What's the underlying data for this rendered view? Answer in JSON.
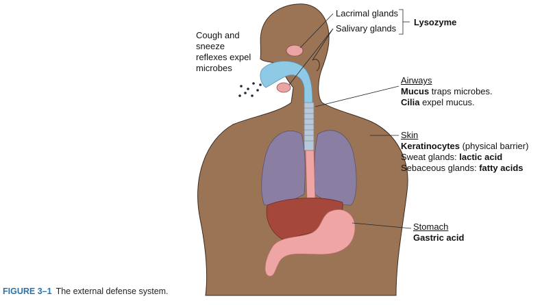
{
  "labels": {
    "lacrimal": "Lacrimal glands",
    "salivary": "Salivary glands",
    "lysozyme": "Lysozyme",
    "cough_lines": [
      "Cough and",
      "sneeze",
      "reflexes expel",
      "microbes"
    ],
    "airways": {
      "heading": "Airways",
      "line1_bold": "Mucus",
      "line1_rest": " traps microbes.",
      "line2_bold": "Cilia",
      "line2_rest": " expel mucus."
    },
    "skin": {
      "heading": "Skin",
      "line1_bold": "Keratinocytes",
      "line1_rest": " (physical barrier)",
      "line2_pre": "Sweat glands: ",
      "line2_bold": "lactic acid",
      "line3_pre": "Sebaceous glands: ",
      "line3_bold": "fatty acids"
    },
    "stomach": {
      "heading": "Stomach",
      "line1_bold": "Gastric acid"
    }
  },
  "caption": {
    "number": "FIGURE 3–1",
    "text": "The external defense system."
  },
  "colors": {
    "skin": "#9b7455",
    "skin_outline": "#3a2a1e",
    "lungs": "#8a7fa3",
    "liver": "#a5483b",
    "stomach": "#efa5a3",
    "airway": "#8ec9e6",
    "gland": "#e8a5a3",
    "caption_accent": "#2a72a8"
  }
}
